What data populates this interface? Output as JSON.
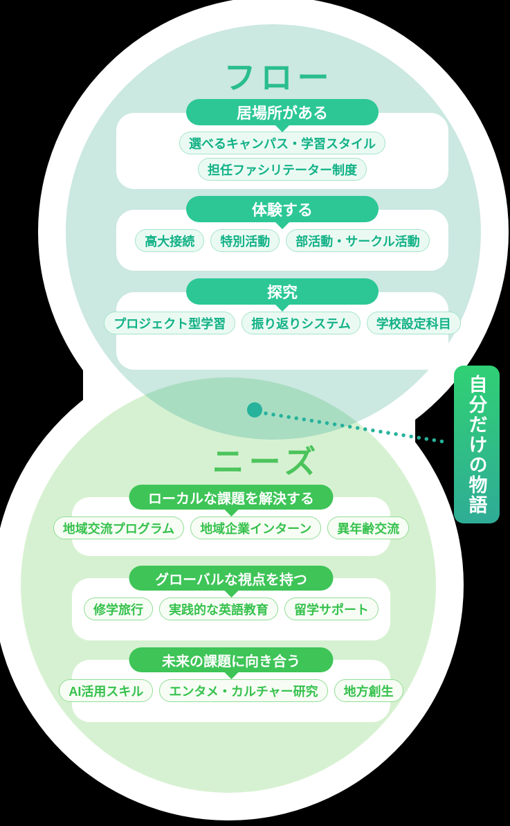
{
  "flow": {
    "title": "フロー",
    "sections": [
      {
        "title": "居場所がある",
        "tags": [
          "選べるキャンパス・学習スタイル",
          "担任ファシリテーター制度"
        ]
      },
      {
        "title": "体験する",
        "tags": [
          "高大接続",
          "特別活動",
          "部活動・サークル活動"
        ]
      },
      {
        "title": "探究",
        "tags": [
          "プロジェクト型学習",
          "振り返りシステム",
          "学校設定科目"
        ]
      }
    ]
  },
  "needs": {
    "title": "ニーズ",
    "sections": [
      {
        "title": "ローカルな課題を解決する",
        "tags": [
          "地域交流プログラム",
          "地域企業インターン",
          "異年齢交流"
        ]
      },
      {
        "title": "グローバルな視点を持つ",
        "tags": [
          "修学旅行",
          "実践的な英語教育",
          "留学サポート"
        ]
      },
      {
        "title": "未来の課題に向き合う",
        "tags": [
          "AI活用スキル",
          "エンタメ・カルチャー研究",
          "地方創生"
        ]
      }
    ]
  },
  "callout": {
    "label": "自分だけの物語"
  },
  "colors": {
    "background": "#000000",
    "flow_circle": "#cbe8e1",
    "needs_circle": "#d6f1d1",
    "overlap": "#a9ddc2",
    "blob": "#ffffff",
    "flow_accent": "#2cc795",
    "needs_accent": "#3ec457",
    "flow_title": "#2abd8d",
    "needs_title": "#4cc45c",
    "flow_tag_text": "#12b186",
    "needs_tag_text": "#36c14d",
    "connector": "#27b29b",
    "callout_gradient_top": "#30d173",
    "callout_gradient_bottom": "#2fab97"
  }
}
